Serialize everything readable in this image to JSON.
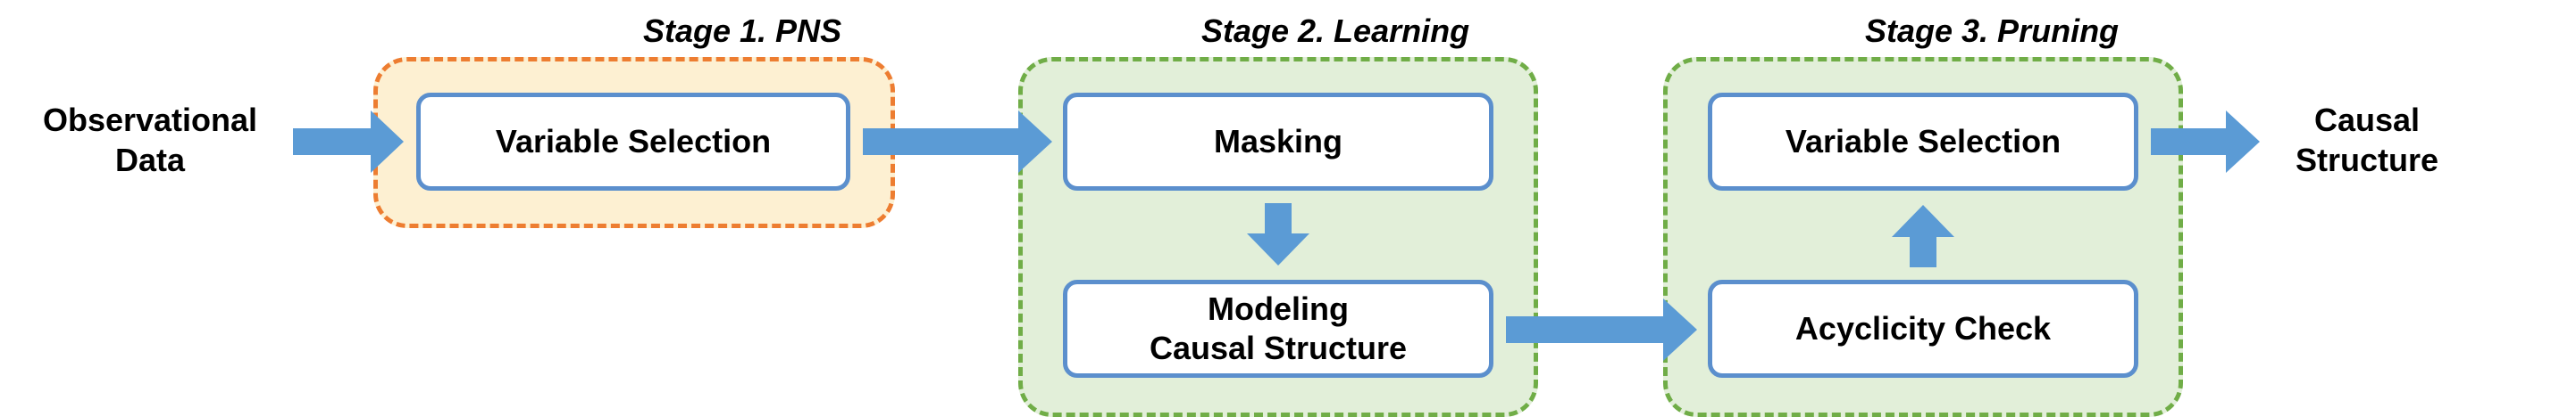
{
  "colors": {
    "arrow": "#5b9bd5",
    "node_border": "#5b8fcd",
    "stage1_border": "#ed7d31",
    "stage1_fill": "#fdf0d2",
    "stage2_border": "#70ad47",
    "stage2_fill": "#e2efd9",
    "stage3_border": "#70ad47",
    "stage3_fill": "#e2efd9"
  },
  "input_label": {
    "line1": "Observational",
    "line2": "Data"
  },
  "output_label": {
    "line1": "Causal",
    "line2": "Structure"
  },
  "stages": [
    {
      "title": "Stage 1. PNS",
      "nodes": [
        "Variable Selection"
      ]
    },
    {
      "title": "Stage 2. Learning",
      "nodes": [
        "Masking",
        {
          "line1": "Modeling",
          "line2": "Causal Structure"
        }
      ]
    },
    {
      "title": "Stage 3. Pruning",
      "nodes": [
        "Variable Selection",
        "Acyclicity Check"
      ]
    }
  ]
}
